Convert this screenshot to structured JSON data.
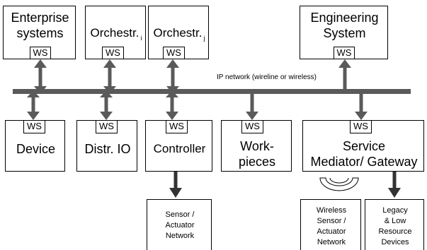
{
  "network": {
    "label": "IP network (wireline or wireless)"
  },
  "ws_label": "WS",
  "top": {
    "enterprise": {
      "line1": "Enterprise",
      "line2": "systems"
    },
    "orch_i": {
      "label": "Orchestr.",
      "sub": "i"
    },
    "orch_j": {
      "label": "Orchestr.",
      "sub": "j"
    },
    "engineering": {
      "line1": "Engineering",
      "line2": "System"
    }
  },
  "bottom": {
    "device": "Device",
    "distr_io": "Distr. IO",
    "controller": "Controller",
    "workpieces": {
      "line1": "Work-",
      "line2": "pieces"
    },
    "mediator": {
      "line1": "Service",
      "line2": "Mediator/ Gateway"
    }
  },
  "leaf": {
    "sensor_network": {
      "line1": "Sensor /",
      "line2": "Actuator",
      "line3": "Network"
    },
    "wireless_network": {
      "line1": "Wireless",
      "line2": "Sensor /",
      "line3": "Actuator",
      "line4": "Network"
    },
    "legacy": {
      "line1": "Legacy",
      "line2": "& Low",
      "line3": "Resource",
      "line4": "Devices"
    }
  },
  "colors": {
    "arrow": "#555555",
    "dark_arrow": "#333333",
    "bus": "#5a5a5a"
  }
}
